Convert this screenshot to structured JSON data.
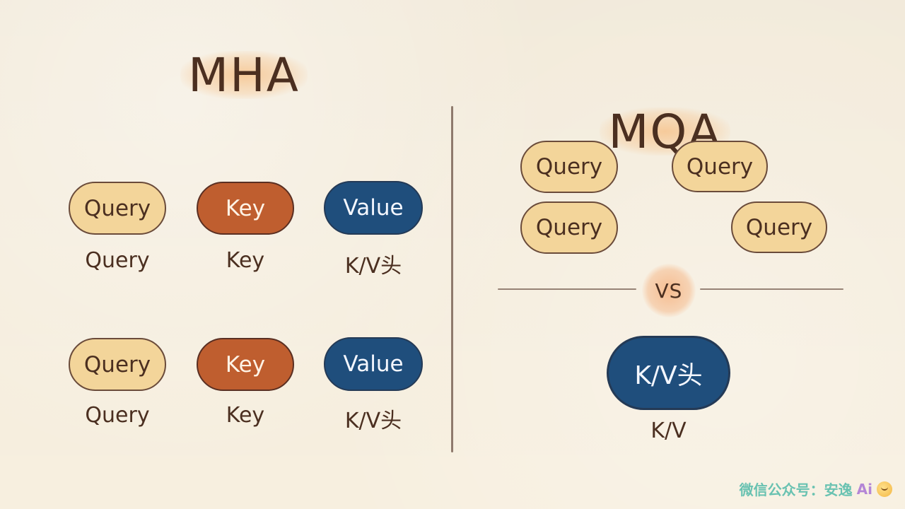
{
  "titles": {
    "left": "MHA",
    "right": "MQA"
  },
  "mha": {
    "rows": [
      {
        "pills": {
          "query": "Query",
          "key": "Key",
          "value": "Value"
        },
        "labels": {
          "query": "Query",
          "key": "Key",
          "value": "K/V头"
        }
      },
      {
        "pills": {
          "query": "Query",
          "key": "Key",
          "value": "Value"
        },
        "labels": {
          "query": "Query",
          "key": "Key",
          "value": "K/V头"
        }
      }
    ]
  },
  "mqa": {
    "queries": [
      "Query",
      "Query",
      "Query",
      "Query"
    ],
    "vs": "VS",
    "kv_pill": "K/V头",
    "kv_label": "K/V"
  },
  "watermark": {
    "text": "微信公众号：安逸",
    "ai": "Ai"
  },
  "colors": {
    "background": "#f7efdf",
    "query_fill": "#f3d59a",
    "key_fill": "#bf5e2f",
    "value_fill": "#1f4e7c",
    "text": "#4b2f20",
    "watermark_text": "#69c2b1",
    "watermark_ai": "#b486d6"
  }
}
